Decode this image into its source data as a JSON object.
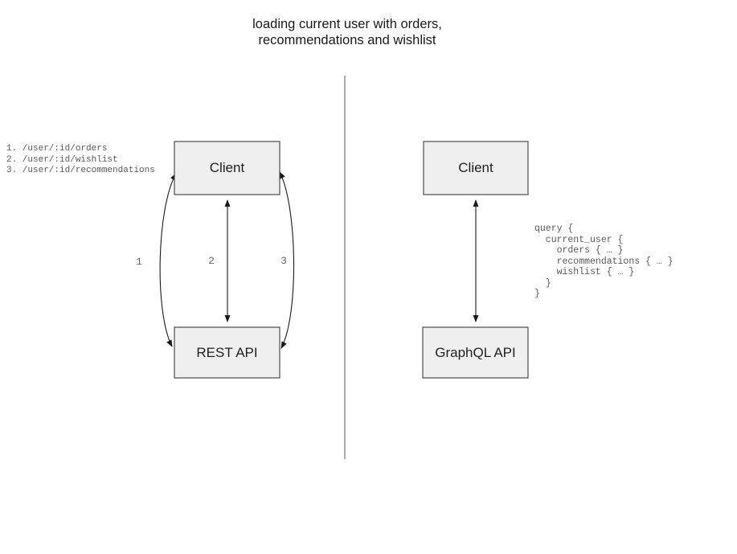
{
  "title": [
    "loading current user with orders,",
    "recommendations and wishlist"
  ],
  "colors": {
    "box_fill": "#efefef",
    "box_border": "#4c4c4c",
    "arrow": "#1a1a1a",
    "divider": "#7f7f7f",
    "code_text": "#595959",
    "number_text": "#666666",
    "title_text": "#1a1a1a"
  },
  "rest_panel": {
    "client_box": "Client",
    "api_box": "REST API",
    "endpoints": [
      "1. /user/:id/orders",
      "2. /user/:id/wishlist",
      "3. /user/:id/recommendations"
    ],
    "arrow_labels": [
      "1",
      "2",
      "3"
    ]
  },
  "graphql_panel": {
    "client_box": "Client",
    "api_box": "GraphQL API",
    "query": [
      "query {",
      "  current_user {",
      "    orders { … }",
      "    recommendations { … }",
      "    wishlist { … }",
      "  }",
      "}"
    ]
  }
}
